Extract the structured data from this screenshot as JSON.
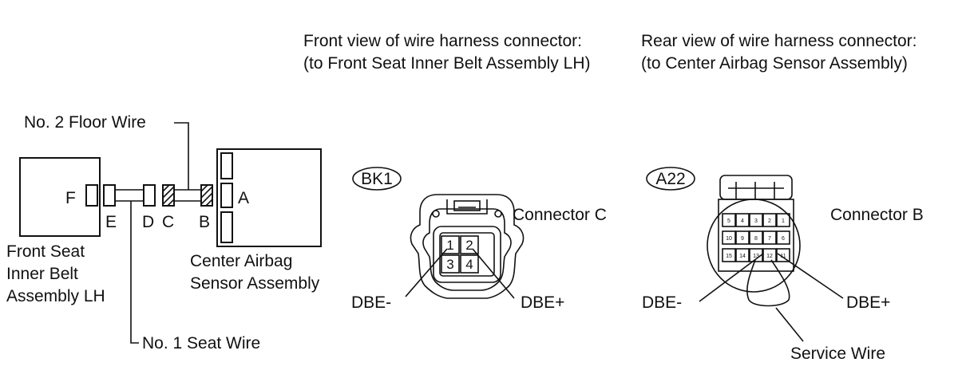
{
  "headers": {
    "front_view_line1": "Front view of wire harness connector:",
    "front_view_line2": "(to Front Seat Inner Belt Assembly LH)",
    "rear_view_line1": "Rear view of wire harness connector:",
    "rear_view_line2": "(to Center Airbag Sensor Assembly)"
  },
  "harness": {
    "floor_wire": "No. 2 Floor Wire",
    "seat_wire": "No. 1 Seat Wire",
    "front_seat_line1": "Front Seat",
    "front_seat_line2": "Inner Belt",
    "front_seat_line3": "Assembly LH",
    "center_line1": "Center Airbag",
    "center_line2": "Sensor Assembly",
    "labels": {
      "F": "F",
      "E": "E",
      "D": "D",
      "C": "C",
      "B": "B",
      "A": "A"
    }
  },
  "connector_c": {
    "code": "BK1",
    "name": "Connector C",
    "pins": [
      "1",
      "2",
      "3",
      "4"
    ],
    "dbe_minus": "DBE-",
    "dbe_plus": "DBE+"
  },
  "connector_b": {
    "code": "A22",
    "name": "Connector B",
    "dbe_minus": "DBE-",
    "dbe_plus": "DBE+",
    "service_wire": "Service Wire",
    "pin_rows": [
      [
        "5",
        "4",
        "3",
        "2",
        "1"
      ],
      [
        "10",
        "9",
        "8",
        "7",
        "6"
      ],
      [
        "15",
        "14",
        "13",
        "12",
        "11"
      ]
    ]
  }
}
